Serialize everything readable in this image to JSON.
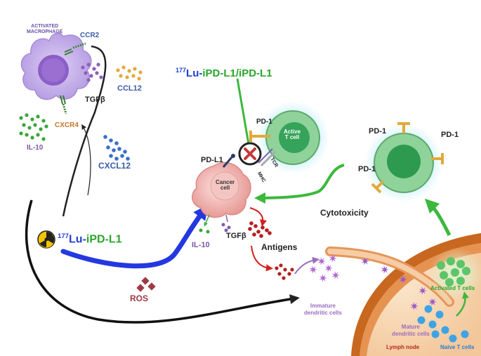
{
  "colors": {
    "macrophage": "#c9b3ea",
    "cancer": "#f2b7b5",
    "tcell": "#8fd29a",
    "lymph": "#f6d1a9",
    "lymph_border": "#c8671f",
    "drug_green": "#2aa52a",
    "drug_blue": "#1f3fd6",
    "arrow_blue": "#2438e0",
    "dark_arrow": "#222222",
    "green_arrow": "#3cb83c",
    "red_arrow": "#d32020",
    "ros": "#9c3b45",
    "blue_label": "#3a5ba8",
    "purple_label": "#7a55a8",
    "orange_label": "#c8782a"
  },
  "icons": [
    "radiation-icon",
    "inhibition-x-icon"
  ],
  "labels": {
    "activated_macrophage_1": "ACTIVATED",
    "activated_macrophage_2": "MACROPHAGE",
    "ccr2": "CCR2",
    "ccl12": "CCL12",
    "tgfb_macro": "TGFβ",
    "cxcr4": "CXCR4",
    "il10_macro": "IL-10",
    "cxcl12": "CXCL12",
    "drug_top_sup": "177",
    "drug_top_lu": "Lu-",
    "drug_top_rest": "iPD-L1/iPD-L1",
    "drug_left_sup": "177",
    "drug_left_lu": "Lu-",
    "drug_left_rest": "iPD-L1",
    "pd1_top": "PD-1",
    "active_t_1": "Active",
    "active_t_2": "T cell",
    "tcr": "TCR",
    "mhc": "MHC",
    "pdl1": "PD-L1",
    "cancer_1": "Cancer",
    "cancer_2": "cell",
    "il10_cancer": "IL-10",
    "tgfb_cancer": "TGFβ",
    "antigens": "Antigens",
    "ros": "ROS",
    "cytotoxicity": "Cytotoxicity",
    "pd1_right_a": "PD-1",
    "pd1_right_b": "PD-1",
    "pd1_right_c": "PD-1",
    "immature_1": "Immature",
    "immature_2": "dendritic cells",
    "mature_1": "Mature",
    "mature_2": "dendritic cells",
    "lymph_node": "Lymph node",
    "activated_t_cells": "Activated T cells",
    "naive_t_cells": "Naive T cells"
  }
}
